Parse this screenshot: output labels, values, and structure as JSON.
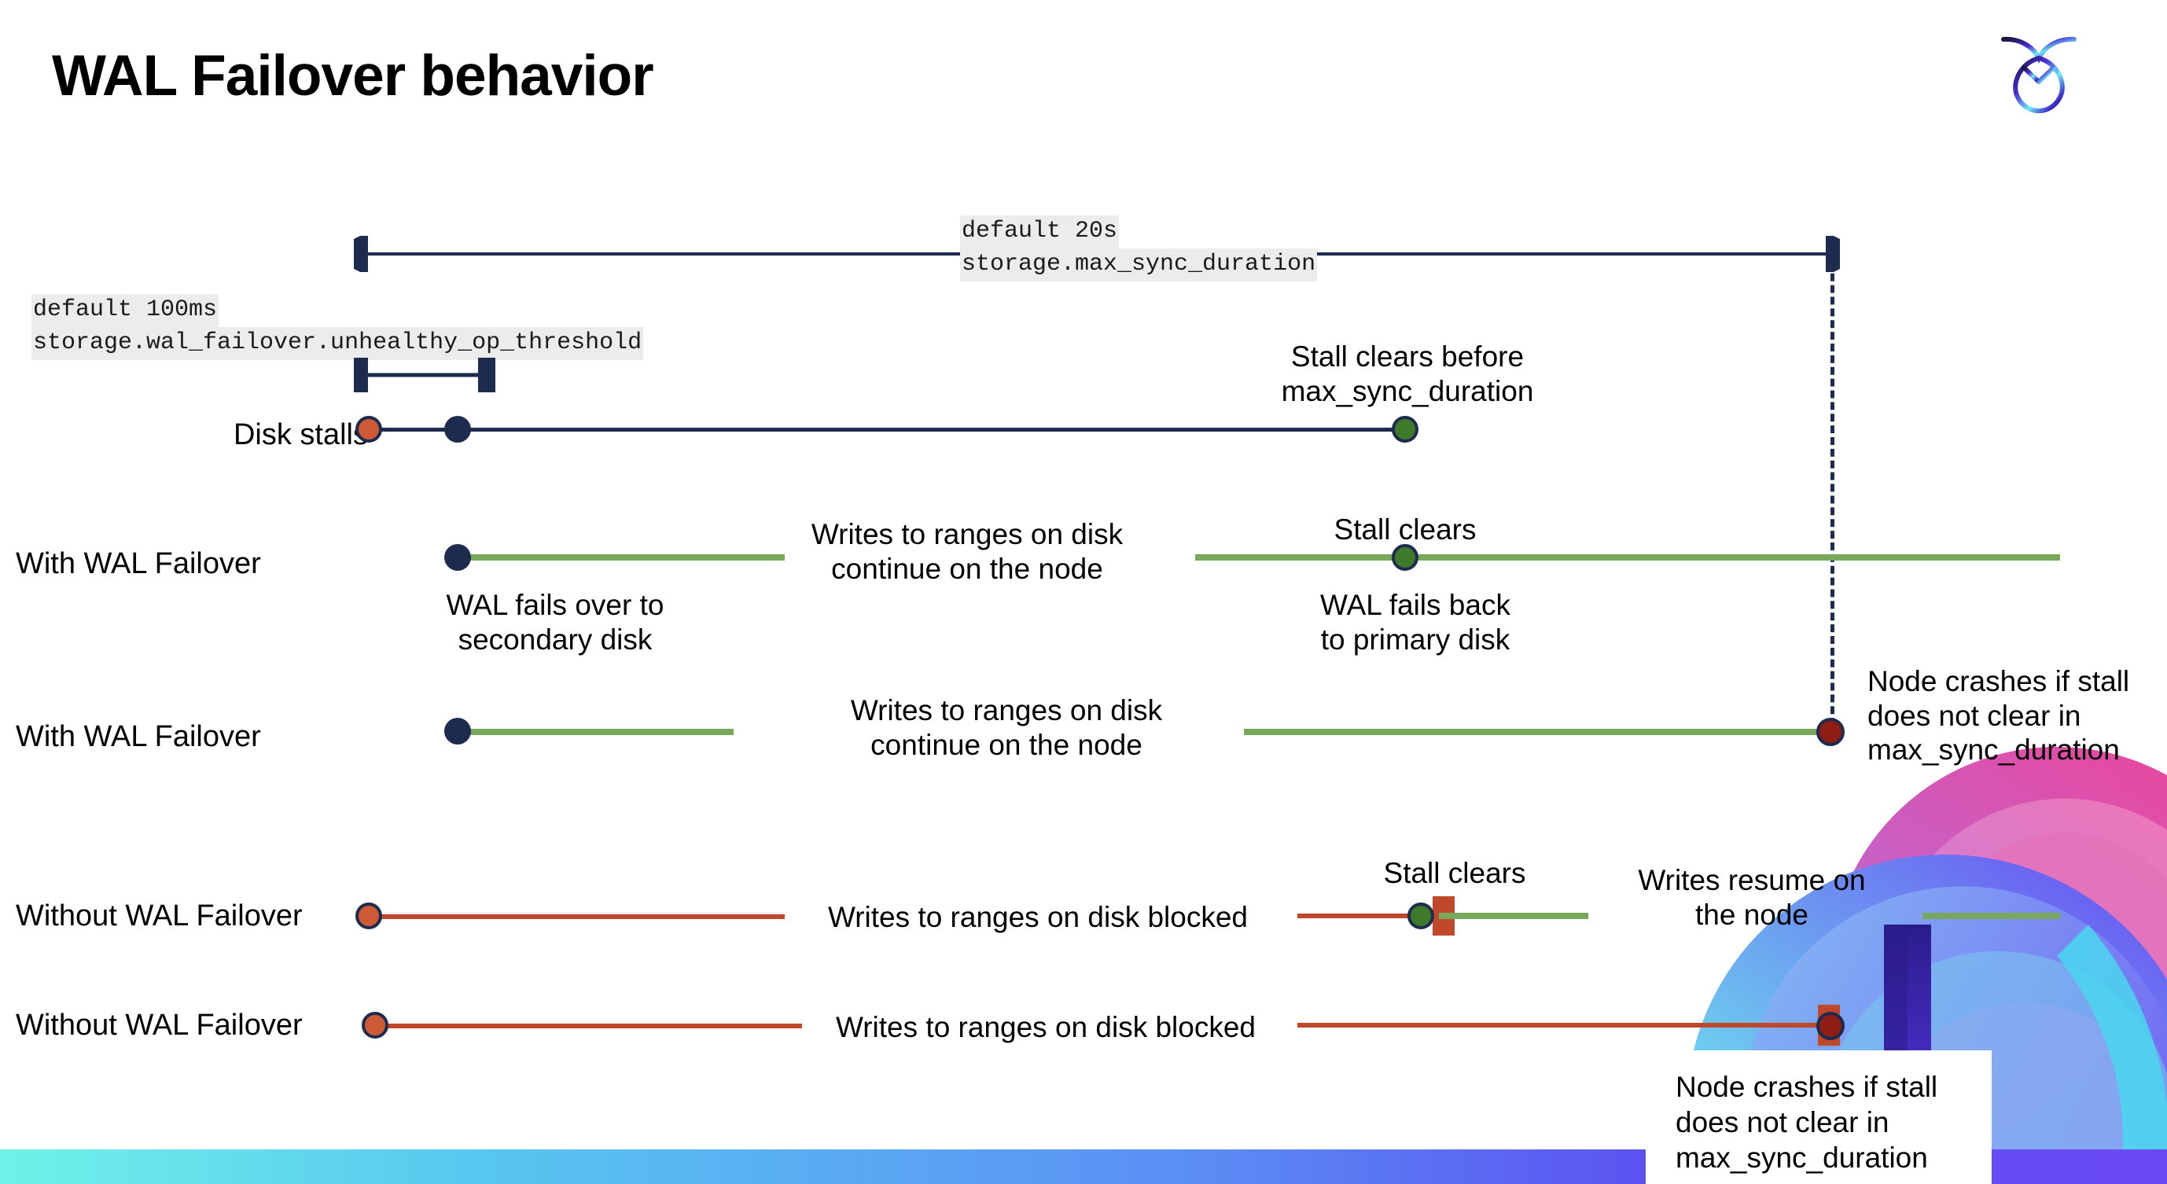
{
  "slide": {
    "title": "WAL Failover behavior",
    "logo_name": "cockroachdb-logo"
  },
  "colors": {
    "navy": "#1d2c4e",
    "green_line": "#78a85c",
    "green_dot": "#3f7a2b",
    "orange_line": "#c0482a",
    "orange_dot": "#ce5935",
    "dark_red_dot": "#8f1d14",
    "mono_bg": "#ececec",
    "bottom_bar_from": "#6ff2e8",
    "bottom_bar_to": "#6b4af5"
  },
  "settings": {
    "max_sync": {
      "default_label": "default 20s",
      "setting_label": "storage.max_sync_duration"
    },
    "unhealthy_op": {
      "default_label": "default 100ms",
      "setting_label": "storage.wal_failover.unhealthy_op_threshold"
    }
  },
  "rows": [
    {
      "label": "Disk stalls",
      "annotations": [
        "Stall clears before\nmax_sync_duration"
      ]
    },
    {
      "label": "With WAL Failover",
      "annotations": [
        "Writes to ranges on disk\ncontinue on the node",
        "Stall clears",
        "WAL fails over to\nsecondary disk",
        "WAL fails  back\nto primary disk"
      ]
    },
    {
      "label": "With WAL Failover",
      "annotations": [
        "Writes to ranges on disk\ncontinue on the node",
        "Node crashes if stall\ndoes not clear in\nmax_sync_duration"
      ]
    },
    {
      "label": "Without WAL Failover",
      "annotations": [
        "Writes to ranges on disk  blocked",
        "Stall clears",
        "Writes resume on\nthe node"
      ]
    },
    {
      "label": "Without WAL Failover",
      "annotations": [
        "Writes to ranges on disk  blocked",
        "Node crashes if stall\ndoes not clear in\nmax_sync_duration"
      ]
    }
  ]
}
